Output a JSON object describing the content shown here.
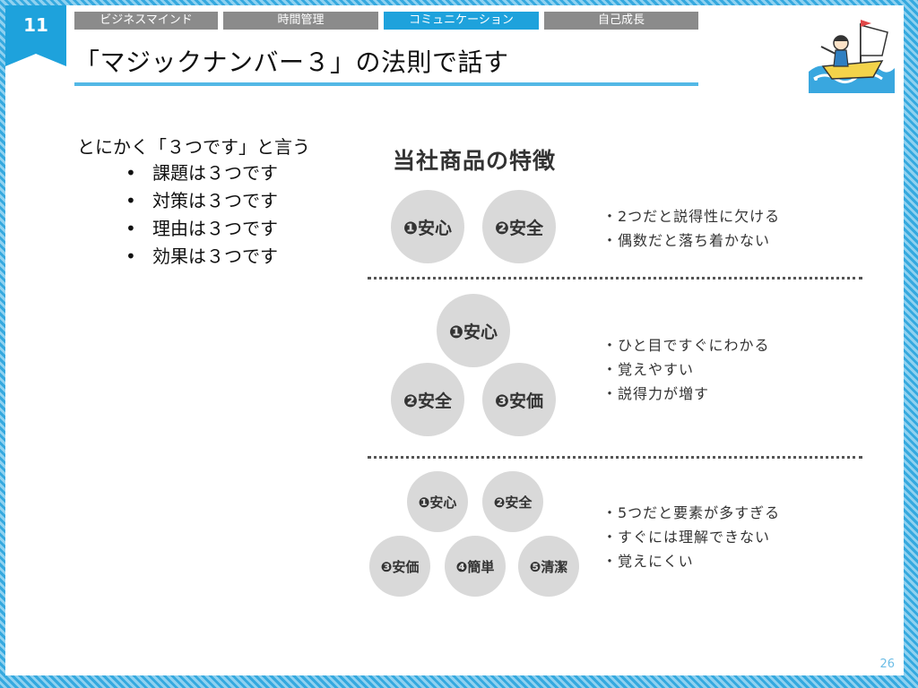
{
  "chapter": {
    "number": "11"
  },
  "nav": {
    "tabs": [
      {
        "label": "ビジネスマインド",
        "active": false
      },
      {
        "label": "時間管理",
        "active": false
      },
      {
        "label": "コミュニケーション",
        "active": true
      },
      {
        "label": "自己成長",
        "active": false
      }
    ]
  },
  "title": "「マジックナンバー３」の法則で話す",
  "body": {
    "lead": "とにかく「３つです」と言う",
    "bullets": [
      "課題は３つです",
      "対策は３つです",
      "理由は３つです",
      "効果は３つです"
    ],
    "bullet_symbol": "•"
  },
  "figure": {
    "title": "当社商品の特徴",
    "groups": [
      {
        "items": [
          "❶安心",
          "❷安全"
        ],
        "notes": [
          "・2つだと説得性に欠ける",
          "・偶数だと落ち着かない"
        ]
      },
      {
        "items": [
          "❶安心",
          "❷安全",
          "❸安価"
        ],
        "notes": [
          "・ひと目ですぐにわかる",
          "・覚えやすい",
          "・説得力が増す"
        ]
      },
      {
        "items": [
          "❶安心",
          "❷安全",
          "❸安価",
          "❹簡単",
          "❺清潔"
        ],
        "notes": [
          "・5つだと要素が多すぎる",
          "・すぐには理解できない",
          "・覚えにくい"
        ]
      }
    ]
  },
  "page_number": "26",
  "colors": {
    "accent": "#1ea2dc",
    "tab_inactive": "#8b8b8b",
    "circle": "#d9d9d9"
  }
}
